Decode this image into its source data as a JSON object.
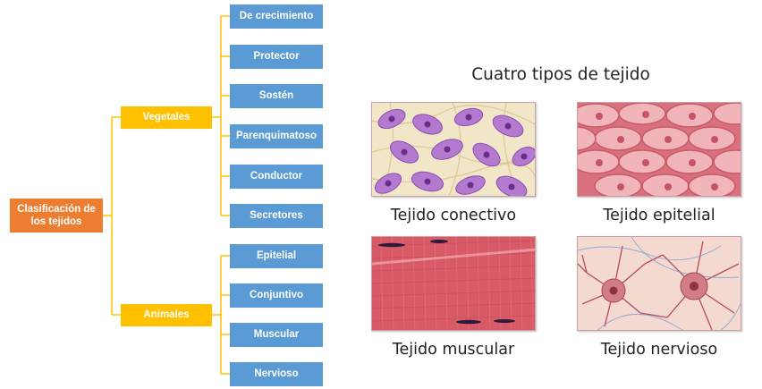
{
  "diagram": {
    "root": "Clasificación de los tejidos",
    "branches": [
      {
        "label": "Vegetales",
        "children": [
          "De crecimiento",
          "Protector",
          "Sostén",
          "Parenquimatoso",
          "Conductor",
          "Secretores"
        ]
      },
      {
        "label": "Animales",
        "children": [
          "Epitelial",
          "Conjuntivo",
          "Muscular",
          "Nervioso"
        ]
      }
    ]
  },
  "tissues": {
    "title": "Cuatro tipos de tejido",
    "items": [
      {
        "caption": "Tejido conectivo",
        "image": "connective-tissue-illustration"
      },
      {
        "caption": "Tejido epitelial",
        "image": "epithelial-tissue-illustration"
      },
      {
        "caption": "Tejido muscular",
        "image": "muscle-tissue-illustration"
      },
      {
        "caption": "Tejido nervioso",
        "image": "nervous-tissue-illustration"
      }
    ]
  },
  "colors": {
    "root": "#ed7d31",
    "branch": "#ffc000",
    "leaf": "#5b9bd5",
    "connector": "#ffc000"
  }
}
